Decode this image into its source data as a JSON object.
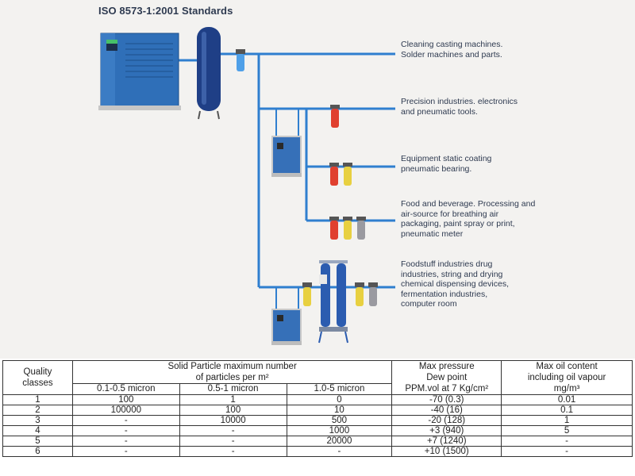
{
  "title": "ISO 8573-1:2001 Standards",
  "applications": [
    {
      "text": "Cleaning casting machines.\nSolder machines and parts."
    },
    {
      "text": "Precision industries. electronics\nand pneumatic tools."
    },
    {
      "text": "Equipment static coating\npneumatic bearing."
    },
    {
      "text": "Food and beverage. Processing and\nair-source for breathing air\npackaging, paint spray or print,\npneumatic meter"
    },
    {
      "text": "Foodstuff industries drug\nindustries, string and drying\nchemical dispensing devices,\nfermentation industries,\ncomputer room"
    }
  ],
  "colors": {
    "pipe": "#2f7fcf",
    "compressor": "#2f6fb8",
    "tank": "#1f3f86",
    "filter_blue": "#4fa0e8",
    "filter_red": "#e0402f",
    "filter_yellow": "#e8d040",
    "filter_grey": "#9a9aa0"
  },
  "table": {
    "headers": {
      "quality": "Quality\nclasses",
      "solid": "Solid Particle maximum number\nof particles per m²",
      "sub": [
        "0.1-0.5 micron",
        "0.5-1 micron",
        "1.0-5 micron"
      ],
      "pressure": "Max pressure\nDew point\nPPM.vol at 7 Kg/cm²",
      "oil": "Max oil content\nincluding oil vapour\nmg/m³"
    },
    "rows": [
      [
        "1",
        "100",
        "1",
        "0",
        "-70 (0.3)",
        "0.01"
      ],
      [
        "2",
        "100000",
        "100",
        "10",
        "-40 (16)",
        "0.1"
      ],
      [
        "3",
        "-",
        "10000",
        "500",
        "-20 (128)",
        "1"
      ],
      [
        "4",
        "-",
        "-",
        "1000",
        "+3 (940)",
        "5"
      ],
      [
        "5",
        "-",
        "-",
        "20000",
        "+7 (1240)",
        "-"
      ],
      [
        "6",
        "-",
        "-",
        "-",
        "+10 (1500)",
        "-"
      ]
    ]
  }
}
